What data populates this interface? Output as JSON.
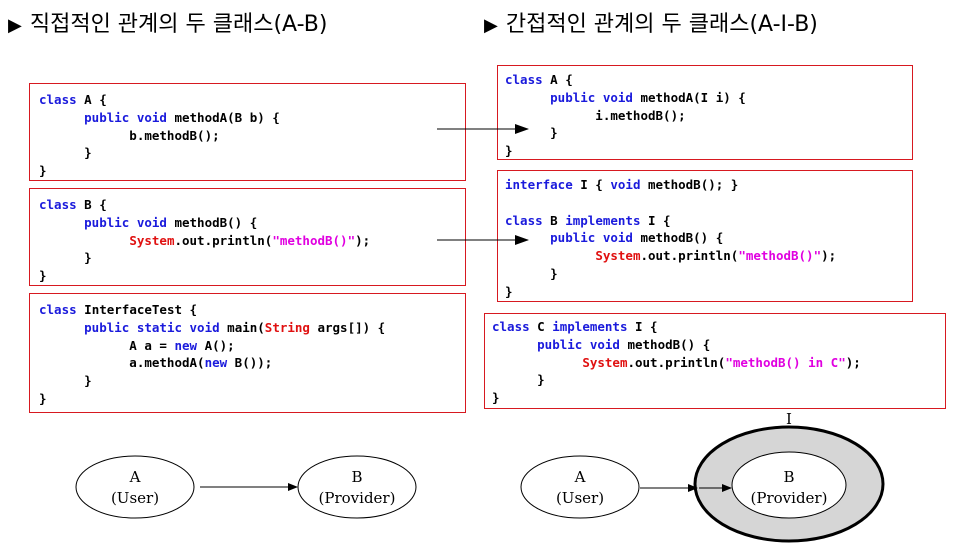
{
  "headings": {
    "left": "직접적인 관계의 두 클래스(A-B)",
    "right": "간접적인 관계의 두 클래스(A-I-B)",
    "bullet": "▶"
  },
  "code": {
    "left_a": [
      [
        [
          "class",
          "kw"
        ],
        [
          " A {",
          ""
        ]
      ],
      [
        [
          "      ",
          ""
        ],
        [
          "public",
          "kw"
        ],
        [
          " ",
          ""
        ],
        [
          "void",
          "kw"
        ],
        [
          " methodA(B b) {",
          ""
        ]
      ],
      [
        [
          "            b.methodB();",
          ""
        ]
      ],
      [
        [
          "      }",
          ""
        ]
      ],
      [
        [
          "}",
          ""
        ]
      ]
    ],
    "left_b": [
      [
        [
          "class",
          "kw"
        ],
        [
          " B {",
          ""
        ]
      ],
      [
        [
          "      ",
          ""
        ],
        [
          "public",
          "kw"
        ],
        [
          " ",
          ""
        ],
        [
          "void",
          "kw"
        ],
        [
          " methodB() {",
          ""
        ]
      ],
      [
        [
          "            ",
          ""
        ],
        [
          "System",
          "red"
        ],
        [
          ".out.println(",
          ""
        ],
        [
          "\"methodB()\"",
          "str"
        ],
        [
          ");",
          ""
        ]
      ],
      [
        [
          "      }",
          ""
        ]
      ],
      [
        [
          "}",
          ""
        ]
      ]
    ],
    "left_test": [
      [
        [
          "class",
          "kw"
        ],
        [
          " InterfaceTest {",
          ""
        ]
      ],
      [
        [
          "      ",
          ""
        ],
        [
          "public",
          "kw"
        ],
        [
          " ",
          ""
        ],
        [
          "static",
          "kw"
        ],
        [
          " ",
          ""
        ],
        [
          "void",
          "kw"
        ],
        [
          " main(",
          ""
        ],
        [
          "String",
          "red"
        ],
        [
          " args[]) {",
          ""
        ]
      ],
      [
        [
          "            A a = ",
          ""
        ],
        [
          "new",
          "kw"
        ],
        [
          " A();",
          ""
        ]
      ],
      [
        [
          "            a.methodA(",
          ""
        ],
        [
          "new",
          "kw"
        ],
        [
          " B());",
          ""
        ]
      ],
      [
        [
          "      }",
          ""
        ]
      ],
      [
        [
          "}",
          ""
        ]
      ]
    ],
    "right_a": [
      [
        [
          "class",
          "kw"
        ],
        [
          " A {",
          ""
        ]
      ],
      [
        [
          "      ",
          ""
        ],
        [
          "public",
          "kw"
        ],
        [
          " ",
          ""
        ],
        [
          "void",
          "kw"
        ],
        [
          " methodA(I i) {",
          ""
        ]
      ],
      [
        [
          "            i.methodB();",
          ""
        ]
      ],
      [
        [
          "      }",
          ""
        ]
      ],
      [
        [
          "}",
          ""
        ]
      ]
    ],
    "right_ib": [
      [
        [
          "interface",
          "kw"
        ],
        [
          " I { ",
          ""
        ],
        [
          "void",
          "kw"
        ],
        [
          " methodB(); }",
          ""
        ]
      ],
      [
        [
          "",
          ""
        ]
      ],
      [
        [
          "class",
          "kw"
        ],
        [
          " B ",
          ""
        ],
        [
          "implements",
          "kw"
        ],
        [
          " I {",
          ""
        ]
      ],
      [
        [
          "      ",
          ""
        ],
        [
          "public",
          "kw"
        ],
        [
          " ",
          ""
        ],
        [
          "void",
          "kw"
        ],
        [
          " methodB() {",
          ""
        ]
      ],
      [
        [
          "            ",
          ""
        ],
        [
          "System",
          "red"
        ],
        [
          ".out.println(",
          ""
        ],
        [
          "\"methodB()\"",
          "str"
        ],
        [
          ");",
          ""
        ]
      ],
      [
        [
          "      }",
          ""
        ]
      ],
      [
        [
          "}",
          ""
        ]
      ]
    ],
    "right_c": [
      [
        [
          "class",
          "kw"
        ],
        [
          " C ",
          ""
        ],
        [
          "implements",
          "kw"
        ],
        [
          " I {",
          ""
        ]
      ],
      [
        [
          "      ",
          ""
        ],
        [
          "public",
          "kw"
        ],
        [
          " ",
          ""
        ],
        [
          "void",
          "kw"
        ],
        [
          " methodB() {",
          ""
        ]
      ],
      [
        [
          "            ",
          ""
        ],
        [
          "System",
          "red"
        ],
        [
          ".out.println(",
          ""
        ],
        [
          "\"methodB() in C\"",
          "str"
        ],
        [
          ");",
          ""
        ]
      ],
      [
        [
          "      }",
          ""
        ]
      ],
      [
        [
          "}",
          ""
        ]
      ]
    ]
  },
  "diagram": {
    "left": {
      "a_name": "A",
      "a_role": "(User)",
      "b_name": "B",
      "b_role": "(Provider)"
    },
    "right": {
      "a_name": "A",
      "a_role": "(User)",
      "b_name": "B",
      "b_role": "(Provider)",
      "i_label": "I"
    }
  },
  "colors": {
    "keyword": "#1a1adc",
    "type": "#e01010",
    "string": "#e000e0",
    "box_border": "#d71920",
    "ring": "#d6d6d6"
  }
}
